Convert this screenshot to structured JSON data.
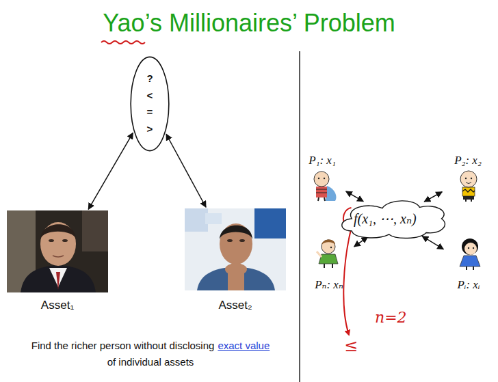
{
  "diagram": {
    "title": "Yao’s Millionaires’ Problem",
    "nodes": [
      {
        "text": [
          "?",
          "<",
          "=",
          ">"
        ]
      },
      {
        "text": [
          "Asset₁"
        ]
      },
      {
        "text": [
          "Asset₂"
        ]
      },
      {
        "text": [
          "f(x₁, ⋯, xₙ)"
        ]
      },
      {
        "text": [
          "P₁: x₁"
        ]
      },
      {
        "text": [
          "P₂: x₂"
        ]
      },
      {
        "text": [
          "Pₙ: xₙ"
        ]
      },
      {
        "text": [
          "Pᵢ: xᵢ"
        ]
      }
    ],
    "edges": [
      {
        "from": 0,
        "to": 1,
        "arrow": "both"
      },
      {
        "from": 0,
        "to": 2,
        "arrow": "both"
      },
      {
        "from": 3,
        "to": 4,
        "arrow": "both"
      },
      {
        "from": 3,
        "to": 5,
        "arrow": "both"
      },
      {
        "from": 3,
        "to": 6,
        "arrow": "both"
      },
      {
        "from": 3,
        "to": 7,
        "arrow": "both"
      }
    ],
    "labels": [
      "Find the richer person without disclosing",
      "exact value",
      "of individual assets",
      "n=2",
      "≤"
    ]
  }
}
